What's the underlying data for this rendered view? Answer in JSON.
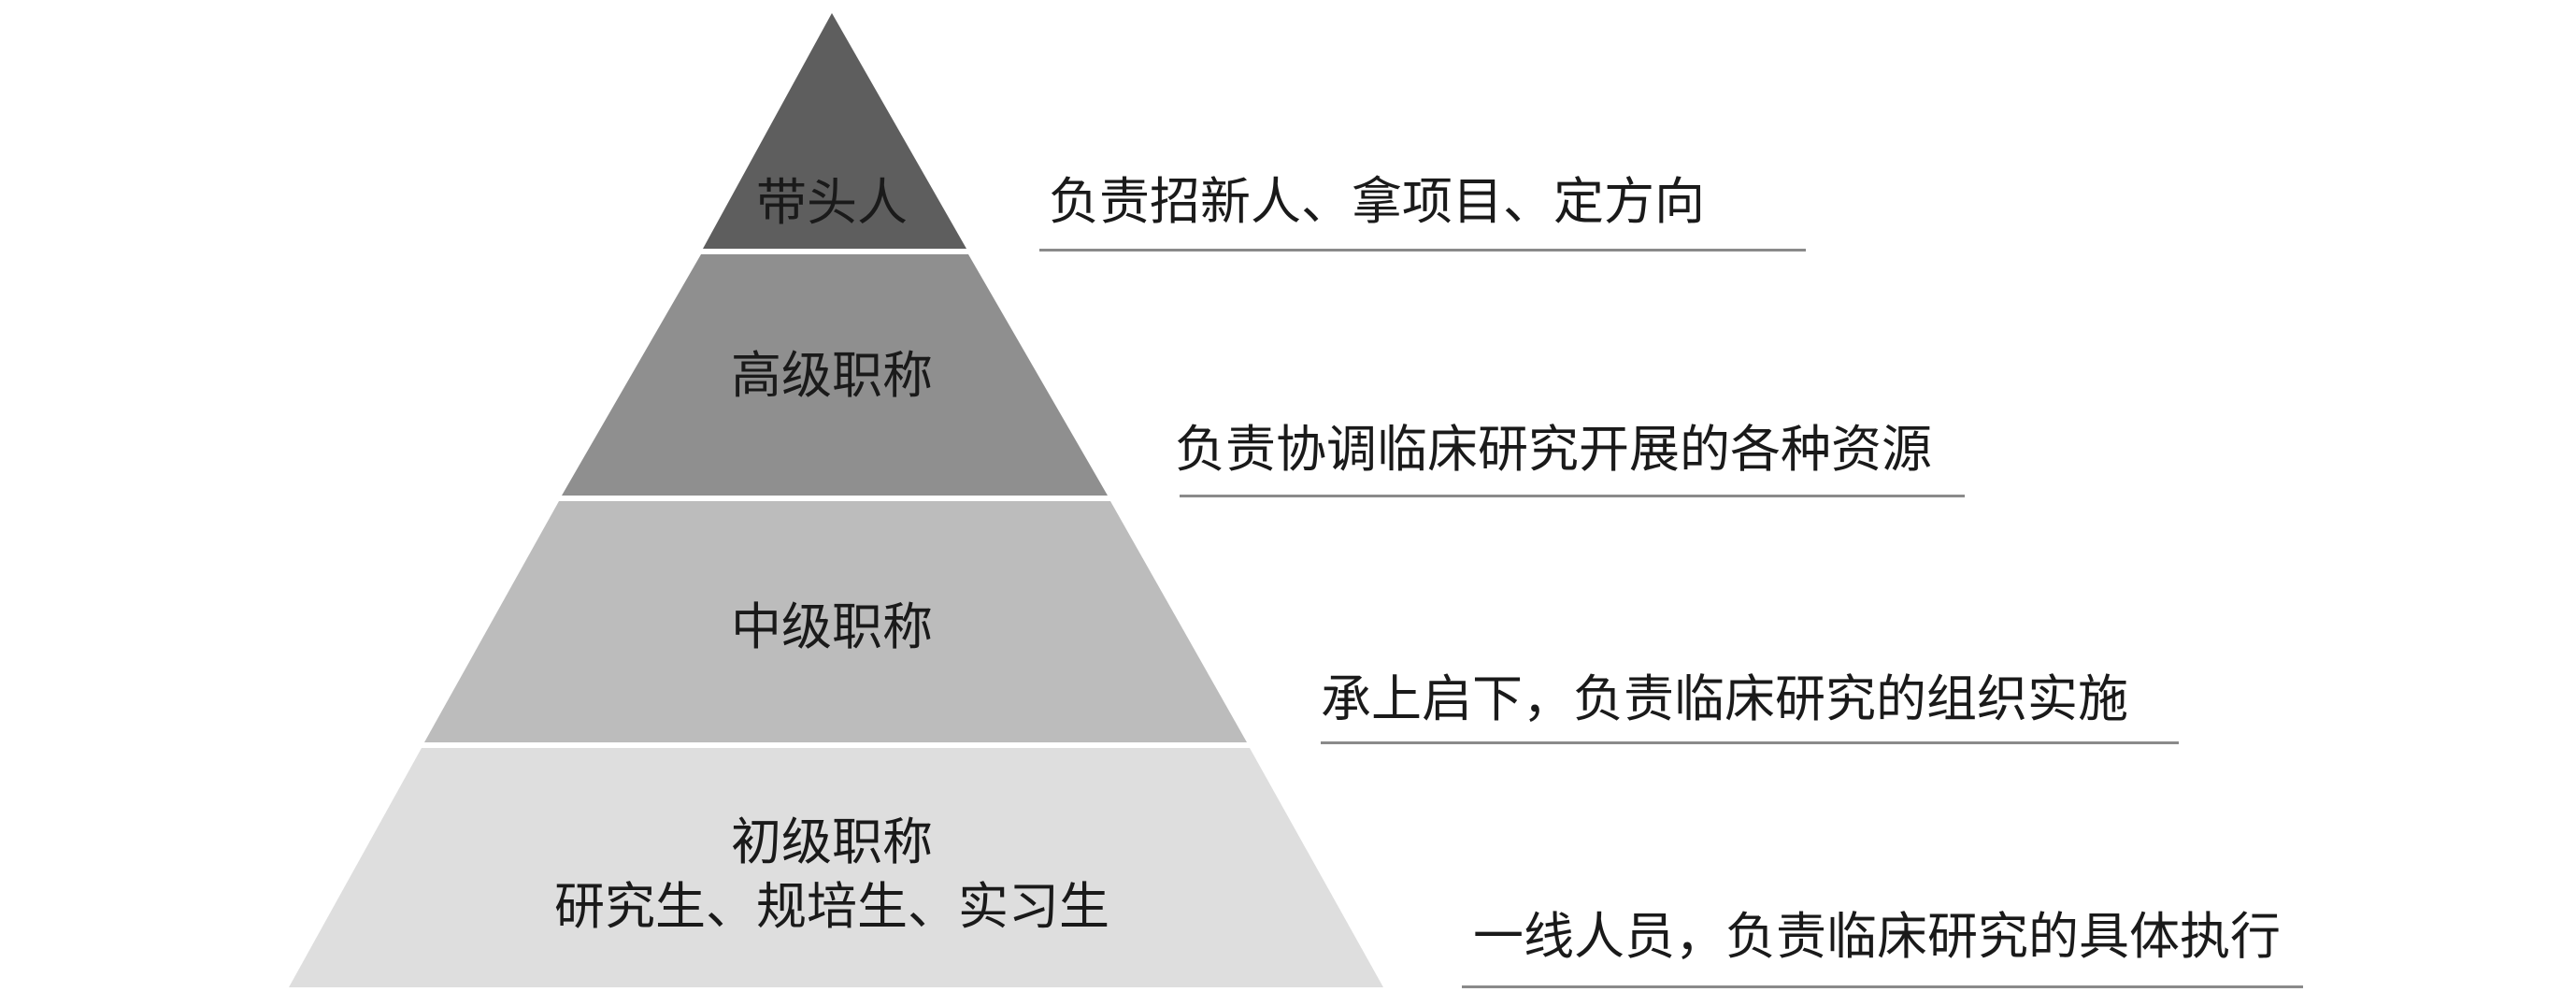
{
  "pyramid": {
    "tiers": [
      {
        "label": "带头人",
        "sublabel": "",
        "fill": "#5e5e5e",
        "description": "负责招新人、拿项目、定方向"
      },
      {
        "label": "高级职称",
        "sublabel": "",
        "fill": "#8f8f8f",
        "description": "负责协调临床研究开展的各种资源"
      },
      {
        "label": "中级职称",
        "sublabel": "",
        "fill": "#bcbcbc",
        "description": "承上启下，负责临床研究的组织实施"
      },
      {
        "label": "初级职称",
        "sublabel": "研究生、规培生、实习生",
        "fill": "#dedede",
        "description": "一线人员，负责临床研究的具体执行"
      }
    ]
  }
}
